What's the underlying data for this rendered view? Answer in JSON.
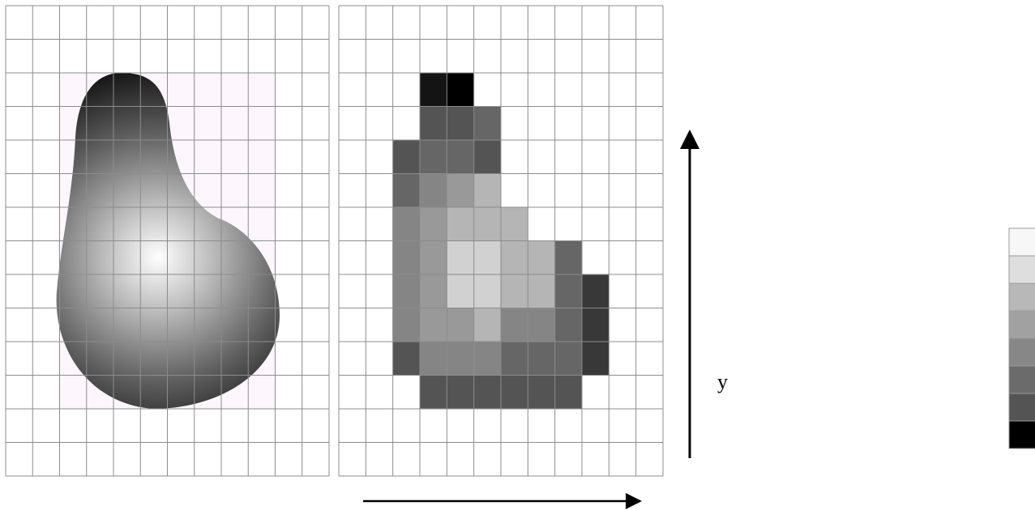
{
  "left_panel": {
    "cols": 12,
    "rows": 14,
    "background": "#fdf6fd",
    "grid_color": "#8c8c8c",
    "shape": "smooth blob, dark top fading to light center"
  },
  "right_panel": {
    "cols": 12,
    "rows": 14,
    "grid_color": "#8c8c8c",
    "cells": [
      {
        "r": 2,
        "c": 3,
        "v": 0.08
      },
      {
        "r": 2,
        "c": 4,
        "v": 0.0
      },
      {
        "r": 3,
        "c": 3,
        "v": 0.33
      },
      {
        "r": 3,
        "c": 4,
        "v": 0.33
      },
      {
        "r": 3,
        "c": 5,
        "v": 0.4
      },
      {
        "r": 4,
        "c": 2,
        "v": 0.33
      },
      {
        "r": 4,
        "c": 3,
        "v": 0.4
      },
      {
        "r": 4,
        "c": 4,
        "v": 0.4
      },
      {
        "r": 4,
        "c": 5,
        "v": 0.33
      },
      {
        "r": 5,
        "c": 2,
        "v": 0.4
      },
      {
        "r": 5,
        "c": 3,
        "v": 0.52
      },
      {
        "r": 5,
        "c": 4,
        "v": 0.6
      },
      {
        "r": 5,
        "c": 5,
        "v": 0.71
      },
      {
        "r": 6,
        "c": 2,
        "v": 0.52
      },
      {
        "r": 6,
        "c": 3,
        "v": 0.6
      },
      {
        "r": 6,
        "c": 4,
        "v": 0.71
      },
      {
        "r": 6,
        "c": 5,
        "v": 0.71
      },
      {
        "r": 6,
        "c": 6,
        "v": 0.71
      },
      {
        "r": 7,
        "c": 2,
        "v": 0.52
      },
      {
        "r": 7,
        "c": 3,
        "v": 0.6
      },
      {
        "r": 7,
        "c": 4,
        "v": 0.82
      },
      {
        "r": 7,
        "c": 5,
        "v": 0.82
      },
      {
        "r": 7,
        "c": 6,
        "v": 0.71
      },
      {
        "r": 7,
        "c": 7,
        "v": 0.71
      },
      {
        "r": 7,
        "c": 8,
        "v": 0.4
      },
      {
        "r": 8,
        "c": 2,
        "v": 0.52
      },
      {
        "r": 8,
        "c": 3,
        "v": 0.6
      },
      {
        "r": 8,
        "c": 4,
        "v": 0.82
      },
      {
        "r": 8,
        "c": 5,
        "v": 0.82
      },
      {
        "r": 8,
        "c": 6,
        "v": 0.71
      },
      {
        "r": 8,
        "c": 7,
        "v": 0.71
      },
      {
        "r": 8,
        "c": 8,
        "v": 0.4
      },
      {
        "r": 8,
        "c": 9,
        "v": 0.22
      },
      {
        "r": 9,
        "c": 2,
        "v": 0.52
      },
      {
        "r": 9,
        "c": 3,
        "v": 0.6
      },
      {
        "r": 9,
        "c": 4,
        "v": 0.6
      },
      {
        "r": 9,
        "c": 5,
        "v": 0.71
      },
      {
        "r": 9,
        "c": 6,
        "v": 0.52
      },
      {
        "r": 9,
        "c": 7,
        "v": 0.52
      },
      {
        "r": 9,
        "c": 8,
        "v": 0.4
      },
      {
        "r": 9,
        "c": 9,
        "v": 0.22
      },
      {
        "r": 10,
        "c": 2,
        "v": 0.33
      },
      {
        "r": 10,
        "c": 3,
        "v": 0.52
      },
      {
        "r": 10,
        "c": 4,
        "v": 0.52
      },
      {
        "r": 10,
        "c": 5,
        "v": 0.52
      },
      {
        "r": 10,
        "c": 6,
        "v": 0.4
      },
      {
        "r": 10,
        "c": 7,
        "v": 0.4
      },
      {
        "r": 10,
        "c": 8,
        "v": 0.4
      },
      {
        "r": 10,
        "c": 9,
        "v": 0.22
      },
      {
        "r": 11,
        "c": 3,
        "v": 0.33
      },
      {
        "r": 11,
        "c": 4,
        "v": 0.33
      },
      {
        "r": 11,
        "c": 5,
        "v": 0.33
      },
      {
        "r": 11,
        "c": 6,
        "v": 0.33
      },
      {
        "r": 11,
        "c": 7,
        "v": 0.33
      },
      {
        "r": 11,
        "c": 8,
        "v": 0.33
      }
    ]
  },
  "axis": {
    "y_label": "y"
  },
  "gray_scale": {
    "levels": [
      0.97,
      0.87,
      0.72,
      0.63,
      0.53,
      0.42,
      0.33,
      0.0
    ]
  }
}
